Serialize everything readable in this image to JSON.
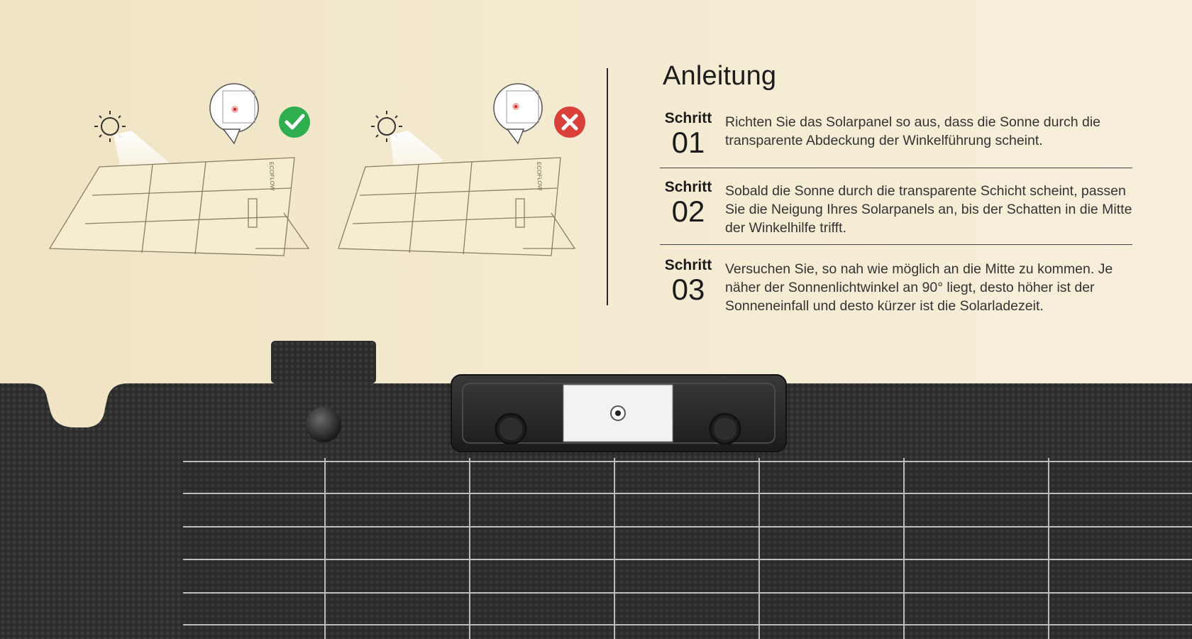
{
  "guide": {
    "title": "Anleitung",
    "steps": [
      {
        "label": "Schritt",
        "number": "01",
        "text": "Richten Sie das Solarpanel so aus, dass die Sonne durch die transparente Abdeckung der Winkelführung scheint."
      },
      {
        "label": "Schritt",
        "number": "02",
        "text": "Sobald die Sonne durch die transparente Schicht scheint, passen Sie die Neigung Ihres Solarpanels an, bis der Schatten in die Mitte der Winkelhilfe trifft."
      },
      {
        "label": "Schritt",
        "number": "03",
        "text": "Versuchen Sie, so nah wie möglich an die Mitte zu kommen. Je näher der Sonnenlichtwinkel an 90° liegt, desto höher ist der Sonneneinfall und desto kürzer ist die Solarladezeit."
      }
    ]
  },
  "illustrations": {
    "correct": {
      "status_icon": "check-icon",
      "status_color": "#2eae4e",
      "brand_text": "ECOFLOW"
    },
    "wrong": {
      "status_icon": "cross-icon",
      "status_color": "#d9403a",
      "brand_text": "ECOFLOW"
    }
  },
  "colors": {
    "background": "#f3e9cf",
    "panel": "#2b2b2b",
    "text": "#1b1b1b"
  }
}
